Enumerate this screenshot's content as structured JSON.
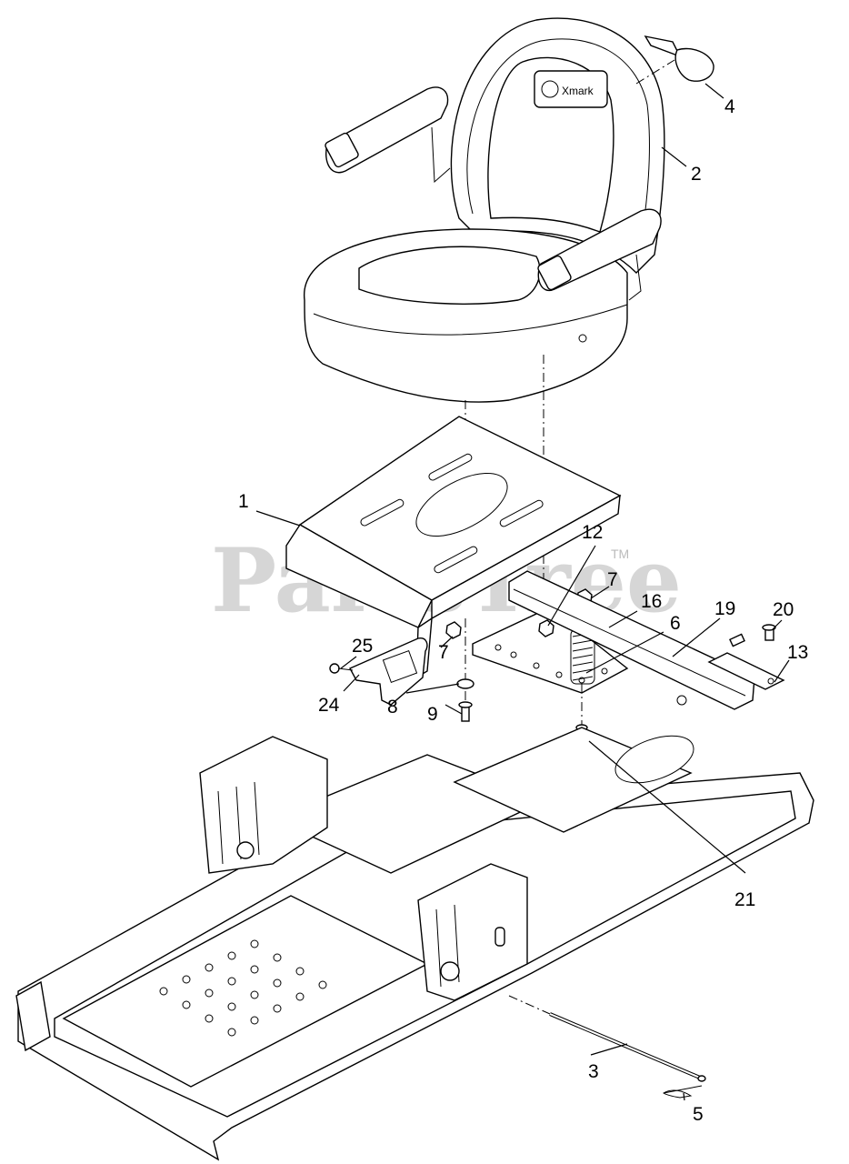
{
  "watermark": {
    "text": "PartsTree",
    "trademark": "TM"
  },
  "seat_badge": "Xmark",
  "callouts": [
    {
      "id": "c1",
      "label": "1"
    },
    {
      "id": "c2",
      "label": "2"
    },
    {
      "id": "c3",
      "label": "3"
    },
    {
      "id": "c4",
      "label": "4"
    },
    {
      "id": "c5",
      "label": "5"
    },
    {
      "id": "c6",
      "label": "6"
    },
    {
      "id": "c7a",
      "label": "7"
    },
    {
      "id": "c7b",
      "label": "7"
    },
    {
      "id": "c8",
      "label": "8"
    },
    {
      "id": "c9",
      "label": "9"
    },
    {
      "id": "c12",
      "label": "12"
    },
    {
      "id": "c13",
      "label": "13"
    },
    {
      "id": "c16",
      "label": "16"
    },
    {
      "id": "c19",
      "label": "19"
    },
    {
      "id": "c20",
      "label": "20"
    },
    {
      "id": "c21",
      "label": "21"
    },
    {
      "id": "c24",
      "label": "24"
    },
    {
      "id": "c25",
      "label": "25"
    }
  ]
}
